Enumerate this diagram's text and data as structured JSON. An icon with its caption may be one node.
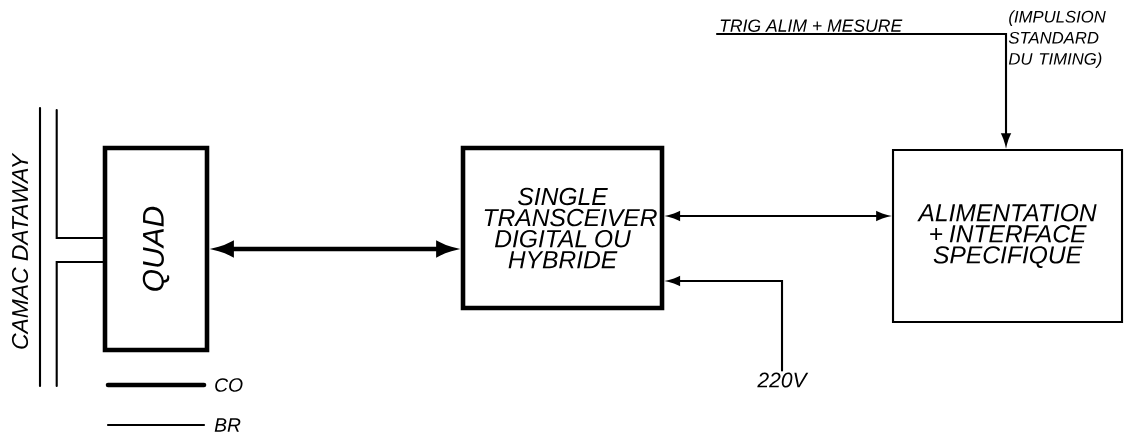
{
  "diagram": {
    "nodes": [
      {
        "text": [
          "QUAD"
        ]
      },
      {
        "text": [
          "SINGLE TRANSCEIVER DIGITAL OU HYBRIDE"
        ]
      },
      {
        "text": [
          "ALIMENTATION + INTERFACE SPECIFIQUE"
        ]
      },
      {
        "text": [
          "TRIG ALIM + MESURE"
        ]
      },
      {
        "text": [
          "220V"
        ]
      },
      {
        "text": [
          "CAMAC DATAWAY"
        ]
      }
    ],
    "edges": [
      {
        "from": 0,
        "to": 1,
        "arrow": "both",
        "style": "thick"
      },
      {
        "from": 1,
        "to": 2,
        "arrow": "both"
      },
      {
        "from": 3,
        "to": 2,
        "arrow": "to"
      },
      {
        "from": 4,
        "to": 1,
        "arrow": "to"
      },
      {
        "from": 0,
        "to": 5,
        "arrow": "none"
      },
      {
        "from": 0,
        "to": 5,
        "arrow": "none"
      }
    ],
    "labels": [
      "(IMPULSION STANDARD DU TIMING)"
    ],
    "legend": [
      {
        "text": "CO"
      },
      {
        "text": "BR"
      }
    ]
  }
}
